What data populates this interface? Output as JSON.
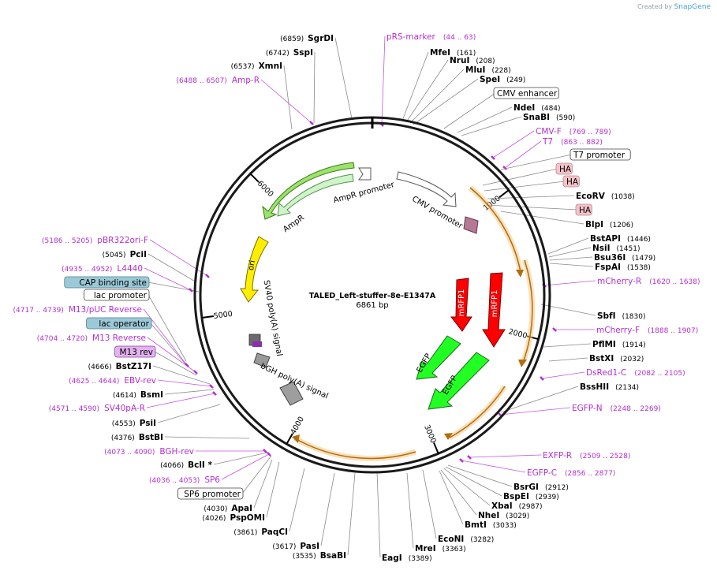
{
  "credit": {
    "prefix": "Created by",
    "brand": "SnapGene"
  },
  "plasmid": {
    "name": "TALED_Left-stuffer-8e-E1347A",
    "length_label": "6861 bp",
    "length": 6861
  },
  "ticks": [
    {
      "bp": 1000,
      "label": "1000"
    },
    {
      "bp": 2000,
      "label": "2000"
    },
    {
      "bp": 3000,
      "label": "3000"
    },
    {
      "bp": 4000,
      "label": "4000"
    },
    {
      "bp": 5000,
      "label": "5000"
    },
    {
      "bp": 6000,
      "label": "6000"
    }
  ],
  "colors": {
    "backbone": "#1a1a1a",
    "primer": "#b030d0",
    "site": "#000000",
    "leader": "#777777",
    "orf": "#f2a33a"
  },
  "sites": [
    {
      "name": "SgrDI",
      "pos": "(6859)",
      "style": "enzyme"
    },
    {
      "name": "pRS-marker",
      "pos": "(44 .. 63)",
      "style": "primer"
    },
    {
      "name": "MfeI",
      "pos": "(161)",
      "style": "enzyme"
    },
    {
      "name": "SspI",
      "pos": "(6742)",
      "style": "enzyme"
    },
    {
      "name": "NruI",
      "pos": "(208)",
      "style": "enzyme"
    },
    {
      "name": "MluI",
      "pos": "(228)",
      "style": "enzyme"
    },
    {
      "name": "XmnI",
      "pos": "(6537)",
      "style": "enzyme"
    },
    {
      "name": "SpeI",
      "pos": "(249)",
      "style": "enzyme"
    },
    {
      "name": "Amp-R",
      "pos": "(6488 .. 6507)",
      "style": "primer"
    },
    {
      "name": "CMV enhancer",
      "pos": "",
      "style": "box"
    },
    {
      "name": "NdeI",
      "pos": "(484)",
      "style": "enzyme"
    },
    {
      "name": "SnaBI",
      "pos": "(590)",
      "style": "enzyme"
    },
    {
      "name": "CMV-F",
      "pos": "(769 .. 789)",
      "style": "primer"
    },
    {
      "name": "T7",
      "pos": "(863 .. 882)",
      "style": "primer"
    },
    {
      "name": "T7 promoter",
      "pos": "",
      "style": "box"
    },
    {
      "name": "HA",
      "pos": "",
      "style": "ha"
    },
    {
      "name": "HA",
      "pos": "",
      "style": "ha"
    },
    {
      "name": "EcoRV",
      "pos": "(1038)",
      "style": "enzyme"
    },
    {
      "name": "HA",
      "pos": "",
      "style": "ha"
    },
    {
      "name": "BlpI",
      "pos": "(1206)",
      "style": "enzyme"
    },
    {
      "name": "BstAPI",
      "pos": "(1446)",
      "style": "enzyme"
    },
    {
      "name": "NsiI",
      "pos": "(1451)",
      "style": "enzyme"
    },
    {
      "name": "Bsu36I",
      "pos": "(1479)",
      "style": "enzyme"
    },
    {
      "name": "FspAI",
      "pos": "(1538)",
      "style": "enzyme"
    },
    {
      "name": "mCherry-R",
      "pos": "(1620 .. 1638)",
      "style": "primer"
    },
    {
      "name": "SbfI",
      "pos": "(1830)",
      "style": "enzyme"
    },
    {
      "name": "mCherry-F",
      "pos": "(1888 .. 1907)",
      "style": "primer"
    },
    {
      "name": "PflMI",
      "pos": "(1914)",
      "style": "enzyme"
    },
    {
      "name": "BstXI",
      "pos": "(2032)",
      "style": "enzyme"
    },
    {
      "name": "DsRed1-C",
      "pos": "(2082 .. 2105)",
      "style": "primer"
    },
    {
      "name": "BssHII",
      "pos": "(2134)",
      "style": "enzyme"
    },
    {
      "name": "EGFP-N",
      "pos": "(2248 .. 2269)",
      "style": "primer"
    },
    {
      "name": "EXFP-R",
      "pos": "(2509 .. 2528)",
      "style": "primer"
    },
    {
      "name": "EGFP-C",
      "pos": "(2856 .. 2877)",
      "style": "primer"
    },
    {
      "name": "BsrGI",
      "pos": "(2912)",
      "style": "enzyme"
    },
    {
      "name": "BspEI",
      "pos": "(2939)",
      "style": "enzyme"
    },
    {
      "name": "XbaI",
      "pos": "(2987)",
      "style": "enzyme"
    },
    {
      "name": "NheI",
      "pos": "(3029)",
      "style": "enzyme"
    },
    {
      "name": "BmtI",
      "pos": "(3033)",
      "style": "enzyme"
    },
    {
      "name": "EcoNI",
      "pos": "(3282)",
      "style": "enzyme"
    },
    {
      "name": "MreI",
      "pos": "(3363)",
      "style": "enzyme"
    },
    {
      "name": "EagI",
      "pos": "(3389)",
      "style": "enzyme"
    },
    {
      "name": "BsaBI",
      "pos": "(3535)",
      "style": "enzyme"
    },
    {
      "name": "PasI",
      "pos": "(3617)",
      "style": "enzyme"
    },
    {
      "name": "PaqCI",
      "pos": "(3861)",
      "style": "enzyme"
    },
    {
      "name": "PspOMI",
      "pos": "(4026)",
      "style": "enzyme"
    },
    {
      "name": "ApaI",
      "pos": "(4030)",
      "style": "enzyme"
    },
    {
      "name": "SP6 promoter",
      "pos": "",
      "style": "box"
    },
    {
      "name": "SP6",
      "pos": "(4036 .. 4053)",
      "style": "primer"
    },
    {
      "name": "BclI *",
      "pos": "(4066)",
      "style": "enzyme"
    },
    {
      "name": "BGH-rev",
      "pos": "(4073 .. 4090)",
      "style": "primer"
    },
    {
      "name": "BstBI",
      "pos": "(4376)",
      "style": "enzyme"
    },
    {
      "name": "PsiI",
      "pos": "(4553)",
      "style": "enzyme"
    },
    {
      "name": "SV40pA-R",
      "pos": "(4571 .. 4590)",
      "style": "primer"
    },
    {
      "name": "BsmI",
      "pos": "(4614)",
      "style": "enzyme"
    },
    {
      "name": "EBV-rev",
      "pos": "(4625 .. 4644)",
      "style": "primer"
    },
    {
      "name": "BstZ17I",
      "pos": "(4666)",
      "style": "enzyme"
    },
    {
      "name": "M13 rev",
      "pos": "",
      "style": "m13"
    },
    {
      "name": "M13 Reverse",
      "pos": "(4704 .. 4720)",
      "style": "primer"
    },
    {
      "name": "lac operator",
      "pos": "",
      "style": "blue"
    },
    {
      "name": "M13/pUC Reverse",
      "pos": "(4717 .. 4739)",
      "style": "primer"
    },
    {
      "name": "lac promoter",
      "pos": "",
      "style": "box"
    },
    {
      "name": "CAP binding site",
      "pos": "",
      "style": "blue"
    },
    {
      "name": "L4440",
      "pos": "(4935 .. 4952)",
      "style": "primer"
    },
    {
      "name": "PciI",
      "pos": "(5045)",
      "style": "enzyme"
    },
    {
      "name": "pBR322ori-F",
      "pos": "(5186 .. 5205)",
      "style": "primer"
    }
  ],
  "features": [
    {
      "label": "AmpR promoter"
    },
    {
      "label": "AmpR"
    },
    {
      "label": "CMV promoter"
    },
    {
      "label": "ori"
    },
    {
      "label": "SV40 poly(A) signal"
    },
    {
      "label": "mRFP1"
    },
    {
      "label": "mRFP1"
    },
    {
      "label": "EGFP"
    },
    {
      "label": "EGFP"
    },
    {
      "label": "bGH poly(A) signal"
    }
  ]
}
